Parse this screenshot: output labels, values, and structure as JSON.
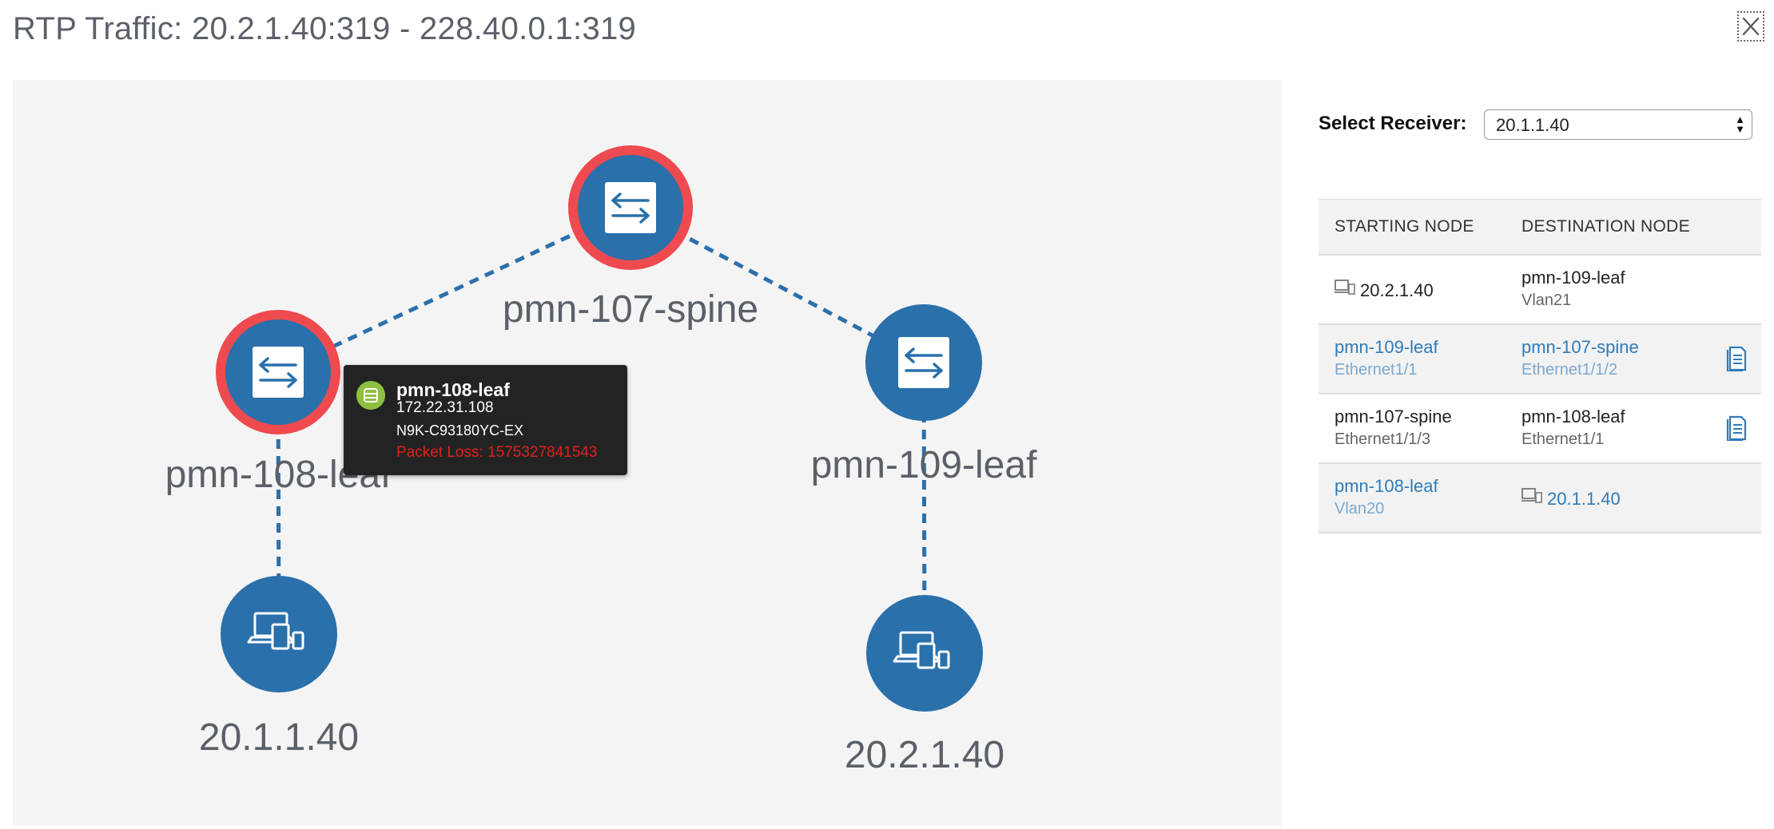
{
  "window": {
    "title": "RTP Traffic: 20.2.1.40:319 - 228.40.0.1:319"
  },
  "colors": {
    "node": "#2a70ab",
    "alert_ring": "#ee4a4f",
    "link": "#2a70ab",
    "canvas": "#f4f4f4",
    "tooltip_bg": "#232323",
    "loss": "#e02020"
  },
  "topology": {
    "nodes": [
      {
        "id": "spine",
        "label": "pmn-107-spine",
        "kind": "switch",
        "alert": true
      },
      {
        "id": "leaf108",
        "label": "pmn-108-leaf",
        "kind": "switch",
        "alert": true
      },
      {
        "id": "leaf109",
        "label": "pmn-109-leaf",
        "kind": "switch",
        "alert": false
      },
      {
        "id": "host1",
        "label": "20.1.1.40",
        "kind": "host",
        "alert": false
      },
      {
        "id": "host2",
        "label": "20.2.1.40",
        "kind": "host",
        "alert": false
      }
    ],
    "links": [
      [
        "spine",
        "leaf108"
      ],
      [
        "spine",
        "leaf109"
      ],
      [
        "leaf108",
        "host1"
      ],
      [
        "leaf109",
        "host2"
      ]
    ]
  },
  "tooltip": {
    "name": "pmn-108-leaf",
    "ip": "172.22.31.108",
    "model": "N9K-C93180YC-EX",
    "packet_loss": "Packet Loss: 1575327841543",
    "icon": "device-status-icon"
  },
  "receiver": {
    "label": "Select Receiver:",
    "selected": "20.1.1.40"
  },
  "table": {
    "headers": {
      "start": "STARTING NODE",
      "dest": "DESTINATION NODE"
    },
    "rows": [
      {
        "start_main": "20.2.1.40",
        "start_sub": "",
        "start_icon": "host-icon",
        "dest_main": "pmn-109-leaf",
        "dest_sub": "Vlan21",
        "dest_icon": "",
        "action_icon": ""
      },
      {
        "start_main": "pmn-109-leaf",
        "start_sub": "Ethernet1/1",
        "start_icon": "",
        "dest_main": "pmn-107-spine",
        "dest_sub": "Ethernet1/1/2",
        "dest_icon": "",
        "action_icon": "document-icon"
      },
      {
        "start_main": "pmn-107-spine",
        "start_sub": "Ethernet1/1/3",
        "start_icon": "",
        "dest_main": "pmn-108-leaf",
        "dest_sub": "Ethernet1/1",
        "dest_icon": "",
        "action_icon": "document-icon"
      },
      {
        "start_main": "pmn-108-leaf",
        "start_sub": "Vlan20",
        "start_icon": "",
        "dest_main": "20.1.1.40",
        "dest_sub": "",
        "dest_icon": "host-icon",
        "action_icon": ""
      }
    ]
  }
}
